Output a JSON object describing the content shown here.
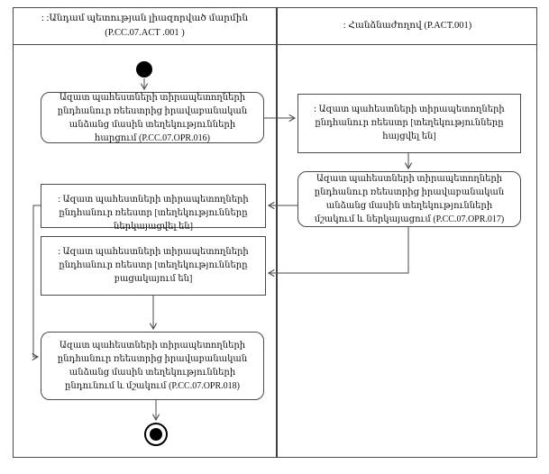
{
  "lanes": {
    "left": {
      "title": ": :Անդամ պետության լիազորված մարմին",
      "subtitle": "(P.CC.07.ACT .001 )"
    },
    "right": {
      "title": ": Հանձնաժողով (P.ACT.001)"
    }
  },
  "nodes": {
    "opr016": {
      "text": "Ազատ պահեստների տիրապետողների ընդհանուր ռեեստրից իրավաբանական անձանց մասին տեղեկությունների հարցում (P.CC.07.OPR.016)"
    },
    "registry_requested": {
      "text": ": Ազատ պահեստների տիրապետողների ընդհանուր ռեեստր [տեղեկությունները հայցվել են]"
    },
    "opr017": {
      "text": "Ազատ պահեստների տիրապետողների ընդհանուր ռեեստրից իրավաբանական անձանց մասին տեղեկությունների մշակում և ներկայացում (P.CC.07.OPR.017)"
    },
    "registry_presented": {
      "text": ": Ազատ պահեստների տիրապետողների ընդհանուր ռեեստր [տեղեկությունները ներկայացվել են]"
    },
    "registry_absent": {
      "text": ": Ազատ պահեստների տիրապետողների ընդհանուր ռեեստր [տեղեկությունները բացակայում են]"
    },
    "opr018": {
      "text": "Ազատ պահեստների տիրապետողների ընդհանուր ռեեստրից իրավաբանական անձանց մասին տեղեկությունների ընդունում և մշակում (P.CC.07.OPR.018)"
    }
  },
  "colors": {
    "line": "#4a4a4a",
    "text": "#111111",
    "background": "#ffffff"
  }
}
